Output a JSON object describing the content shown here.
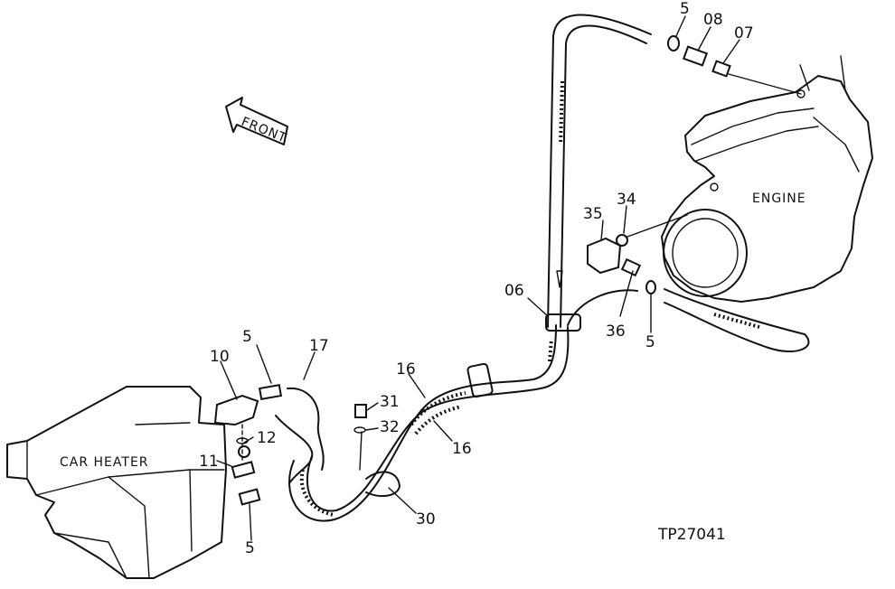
{
  "labels": {
    "front": "FRONT",
    "engine": "ENGINE",
    "car_heater": "CAR HEATER",
    "drawing_number": "TP27041"
  },
  "callouts": {
    "p5_top": "5",
    "p08": "08",
    "p07": "07",
    "p34": "34",
    "p35": "35",
    "p06": "06",
    "p36": "36",
    "p5_engine": "5",
    "p16_upper": "16",
    "p16_lower": "16",
    "p31": "31",
    "p32": "32",
    "p30": "30",
    "p17": "17",
    "p10": "10",
    "p5_valve": "5",
    "p12": "12",
    "p11": "11",
    "p5_bottom": "5"
  }
}
